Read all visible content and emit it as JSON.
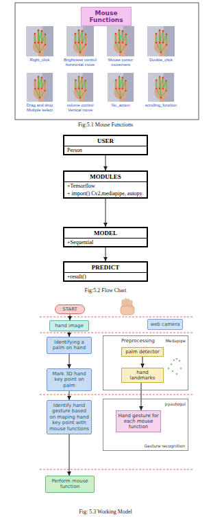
{
  "diagram": {
    "nodes": [
      {
        "text": [
          "Mouse Functions"
        ]
      },
      {
        "text": [
          "USER",
          "Person"
        ]
      },
      {
        "text": [
          "MODULES",
          "+Tensorflow",
          "+ import() Cv2,mediapipe, autopy."
        ]
      },
      {
        "text": [
          "MODEL",
          "+Sequential"
        ]
      },
      {
        "text": [
          "PREDICT",
          "+result()"
        ]
      },
      {
        "text": [
          "START"
        ]
      },
      {
        "text": [
          "hand image"
        ]
      },
      {
        "text": [
          "Identifying a palm on hand"
        ]
      },
      {
        "text": [
          "Mark 3D hand key point on palm"
        ]
      },
      {
        "text": [
          "Identify hand gesture based on maping hand key point with mouse functions"
        ]
      },
      {
        "text": [
          "Perform mouse function"
        ]
      },
      {
        "text": [
          "web camera"
        ]
      },
      {
        "text": [
          "Preprocessing",
          "Medapipe"
        ]
      },
      {
        "text": [
          "palm detector"
        ],
        "in": 12
      },
      {
        "text": [
          "hand landmarks"
        ],
        "in": 12
      },
      {
        "text": [
          "pyautogui",
          "Gesture recognition"
        ]
      },
      {
        "text": [
          "Hand gesture for each mouse function"
        ],
        "in": 15
      }
    ],
    "edges": [
      {
        "from": 1,
        "to": 2,
        "arrow": "to"
      },
      {
        "from": 2,
        "to": 3,
        "arrow": "to"
      },
      {
        "from": 3,
        "to": 4,
        "arrow": "to"
      },
      {
        "from": 5,
        "to": 6,
        "arrow": "to"
      },
      {
        "from": 6,
        "to": 7,
        "arrow": "to"
      },
      {
        "from": 7,
        "to": 8,
        "arrow": "to"
      },
      {
        "from": 8,
        "to": 9,
        "arrow": "to"
      },
      {
        "from": 9,
        "to": 10,
        "arrow": "to"
      },
      {
        "from": 13,
        "to": 14,
        "arrow": "to"
      },
      {
        "from": 14,
        "to": 16,
        "arrow": "to"
      }
    ],
    "labels": [
      "Right_click",
      "Brightness control horizontal move",
      "Mouse cursor movement",
      "Double_click",
      "Drag and drop Multiple select",
      "volume control Vertical move",
      "No_action",
      "scrolling_function",
      "Fig:5.1 Mouse Functions",
      "Fig:5.2  Flow Chart",
      "Fig: 5.3 Working Model"
    ]
  }
}
